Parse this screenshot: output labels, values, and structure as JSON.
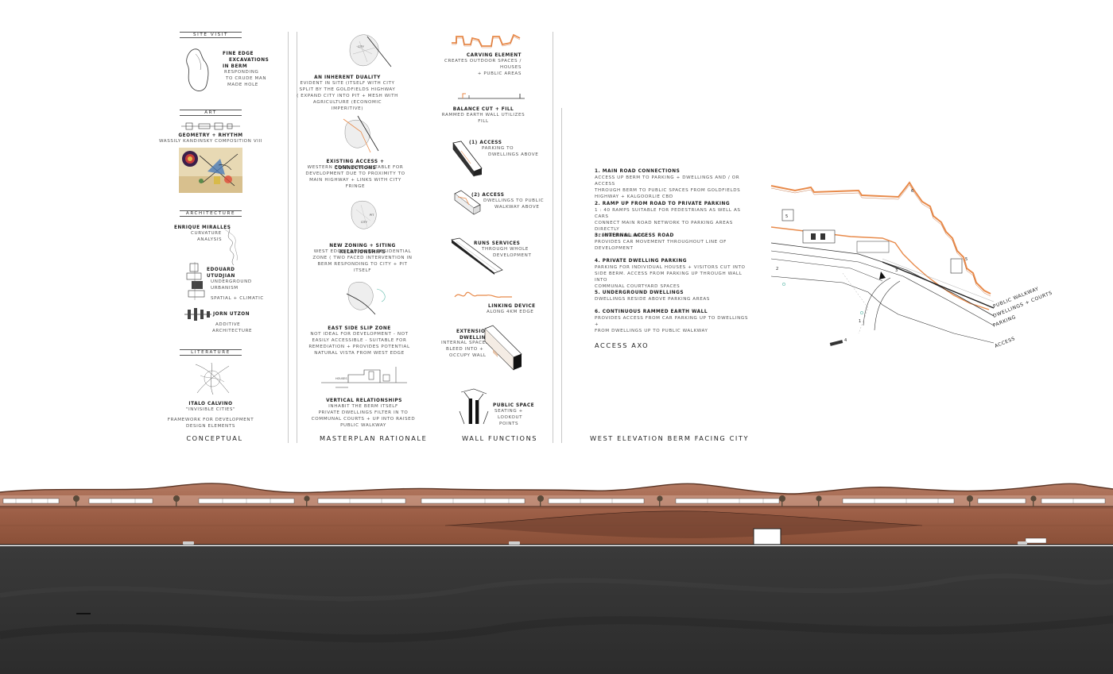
{
  "conceptual": {
    "site_visit": {
      "tag": "SITE VISIT",
      "title_lines": [
        "FINE EDGE",
        "EXCAVATIONS",
        "IN BERM"
      ],
      "body_lines": [
        "RESPONDING",
        "TO CRUDE MAN",
        "MADE HOLE"
      ]
    },
    "art": {
      "tag": "ART",
      "title": "GEOMETRY + RHYTHM",
      "body": "WASSILY KANDINSKY COMPOSITION VIII"
    },
    "architecture": {
      "tag": "ARCHITECTURE",
      "miralles": {
        "title": "ENRIQUE MIRALLES",
        "body_lines": [
          "CURVATURE",
          "ANALYSIS"
        ]
      },
      "utudjian": {
        "title_lines": [
          "EDOUARD",
          "UTUDJIAN"
        ],
        "body_lines": [
          "UNDERGROUND",
          "URBANISM"
        ],
        "extra": "SPATIAL + CLIMATIC"
      },
      "utzon": {
        "title": "JORN UTZON",
        "body_lines": [
          "ADDITIVE",
          "ARCHITECTURE"
        ]
      }
    },
    "literature": {
      "tag": "LITERATURE",
      "title": "ITALO CALVINO",
      "subtitle": "\"INVISIBLE CITIES\"",
      "body_lines": [
        "FRAMEWORK FOR DEVELOPMENT",
        "DESIGN ELEMENTS"
      ]
    },
    "footer": "CONCEPTUAL"
  },
  "masterplan": {
    "items": [
      {
        "title": "AN INHERENT DUALITY",
        "body_lines": [
          "EVIDENT IN SITE (ITSELF WITH CITY",
          "SPLIT BY  THE GOLDFIELDS HIGHWAY",
          "( EXPAND CITY INTO PIT + MESH WITH",
          "AGRICULTURE (ECONOMIC IMPERITIVE)"
        ]
      },
      {
        "title": "EXISTING ACCESS + CONNECTIONS",
        "body_lines": [
          "WESTERN EDGE MINE SUITABLE FOR",
          "DEVELOPMENT DUE TO PROXIMITY TO",
          "MAIN HIGHWAY + LINKS WITH CITY FRINGE"
        ]
      },
      {
        "title": "NEW ZONING + SITING RELATIONSHIPS",
        "body_lines": [
          "WEST EDGE PROPOSED RESIDENTIAL",
          "ZONE ( TWO FACED INTERVENTION IN",
          "BERM RESPONDING TO CITY + PIT ITSELF"
        ]
      },
      {
        "title": "EAST SIDE SLIP ZONE",
        "body_lines": [
          "NOT IDEAL FOR DEVELOPMENT - NOT",
          "EASILY ACCESSIBLE - SUITABLE FOR",
          "REMEDIATION + PROVIDES POTENTIAL",
          "NATURAL VISTA FROM WEST EDGE"
        ]
      },
      {
        "title": "VERTICAL RELATIONSHIPS",
        "body_lines": [
          "INHABIT THE BERM ITSELF",
          "PRIVATE DWELLINGS FILTER IN TO",
          "COMMUNAL COURTS + UP INTO RAISED",
          "PUBLIC WALKWAY"
        ]
      }
    ],
    "map_labels": {
      "city": "CITY",
      "pit": "PIT",
      "houses": "HOUSES"
    },
    "footer": "MASTERPLAN RATIONALE"
  },
  "wall_functions": {
    "carving": {
      "title": "CARVING ELEMENT",
      "body_lines": [
        "CREATES OUTDOOR SPACES / HOUSES",
        "+ PUBLIC AREAS"
      ]
    },
    "balance": {
      "title": "BALANCE CUT + FILL",
      "body_lines": [
        "RAMMED EARTH WALL UTILIZES",
        "FILL"
      ]
    },
    "access1": {
      "title": "(1) ACCESS",
      "body_lines": [
        "PARKING TO",
        "DWELLINGS ABOVE"
      ]
    },
    "access2": {
      "title": "(2) ACCESS",
      "body_lines": [
        "DWELLINGS TO PUBLIC",
        "WALKWAY ABOVE"
      ]
    },
    "services": {
      "title": "RUNS SERVICES",
      "body_lines": [
        "THROUGH WHOLE",
        "DEVELOPMENT"
      ]
    },
    "linking": {
      "title": "LINKING DEVICE",
      "body": "ALONG 4KM EDGE"
    },
    "extension": {
      "title_lines": [
        "EXTENSION",
        "DWELLING"
      ],
      "body_lines": [
        "INTERNAL SPACES",
        "BLEED INTO +",
        "OCCUPY WALL"
      ]
    },
    "public_space": {
      "title": "PUBLIC SPACE",
      "body_lines": [
        "SEATING +",
        "LOOKOUT",
        "POINTS"
      ]
    },
    "footer": "WALL FUNCTIONS"
  },
  "access_axo": {
    "items": [
      {
        "title": "1. MAIN ROAD CONNECTIONS",
        "body_lines": [
          "ACCESS UP BERM TO PARKING + DWELLINGS AND / OR ACCESS",
          "THROUGH BERM TO PUBLIC SPACES FROM GOLDFIELDS",
          "HIGHWAY + KALGOORLIE CBD"
        ]
      },
      {
        "title": "2. RAMP UP FROM ROAD TO PRIVATE PARKING",
        "body_lines": [
          "1 : 40 RAMPS SUITABLE FOR PEDESTRIANS AS WELL AS CARS",
          "CONNECT MAIN ROAD NETWORK TO PARKING AREAS DIRECTLY",
          "BELOW DWELLINGS"
        ]
      },
      {
        "title": "3. INTERNAL ACCESS ROAD",
        "body_lines": [
          "PROVIDES CAR MOVEMENT THROUGHOUT LINE OF",
          "DEVELOPMENT"
        ]
      },
      {
        "title": "4. PRIVATE DWELLING PARKING",
        "body_lines": [
          "PARKING FOR INDIVIDUAL HOUSES + VISITORS CUT INTO",
          "SIDE BERM. ACCESS FROM PARKING UP THROUGH WALL INTO",
          "COMMUNAL COURTYARD SPACES"
        ]
      },
      {
        "title": "5. UNDERGROUND DWELLINGS",
        "body_lines": [
          "DWELLINGS RESIDE ABOVE PARKING AREAS"
        ]
      },
      {
        "title": "6. CONTINUOUS RAMMED EARTH WALL",
        "body_lines": [
          "PROVIDES ACCESS FROM CAR PARKING UP TO DWELLINGS +",
          "FROM DWELLINGS UP TO PUBLIC WALKWAY"
        ]
      }
    ],
    "title": "ACCESS AXO",
    "labels": {
      "public_walkway": "PUBLIC WALKWAY",
      "dwellings_courts": "DWELLINGS + COURTS",
      "parking": "PARKING",
      "access": "ACCESS"
    },
    "numbers": [
      "1",
      "2",
      "3",
      "4",
      "5",
      "5",
      "6"
    ]
  },
  "elevation": {
    "title": "WEST ELEVATION BERM FACING CITY"
  },
  "colors": {
    "orange": "#e88a4a",
    "earth_dark": "#7a4a34",
    "earth_mid": "#a86a52",
    "earth_light": "#c4927a",
    "ground": "#2e2e2e"
  }
}
